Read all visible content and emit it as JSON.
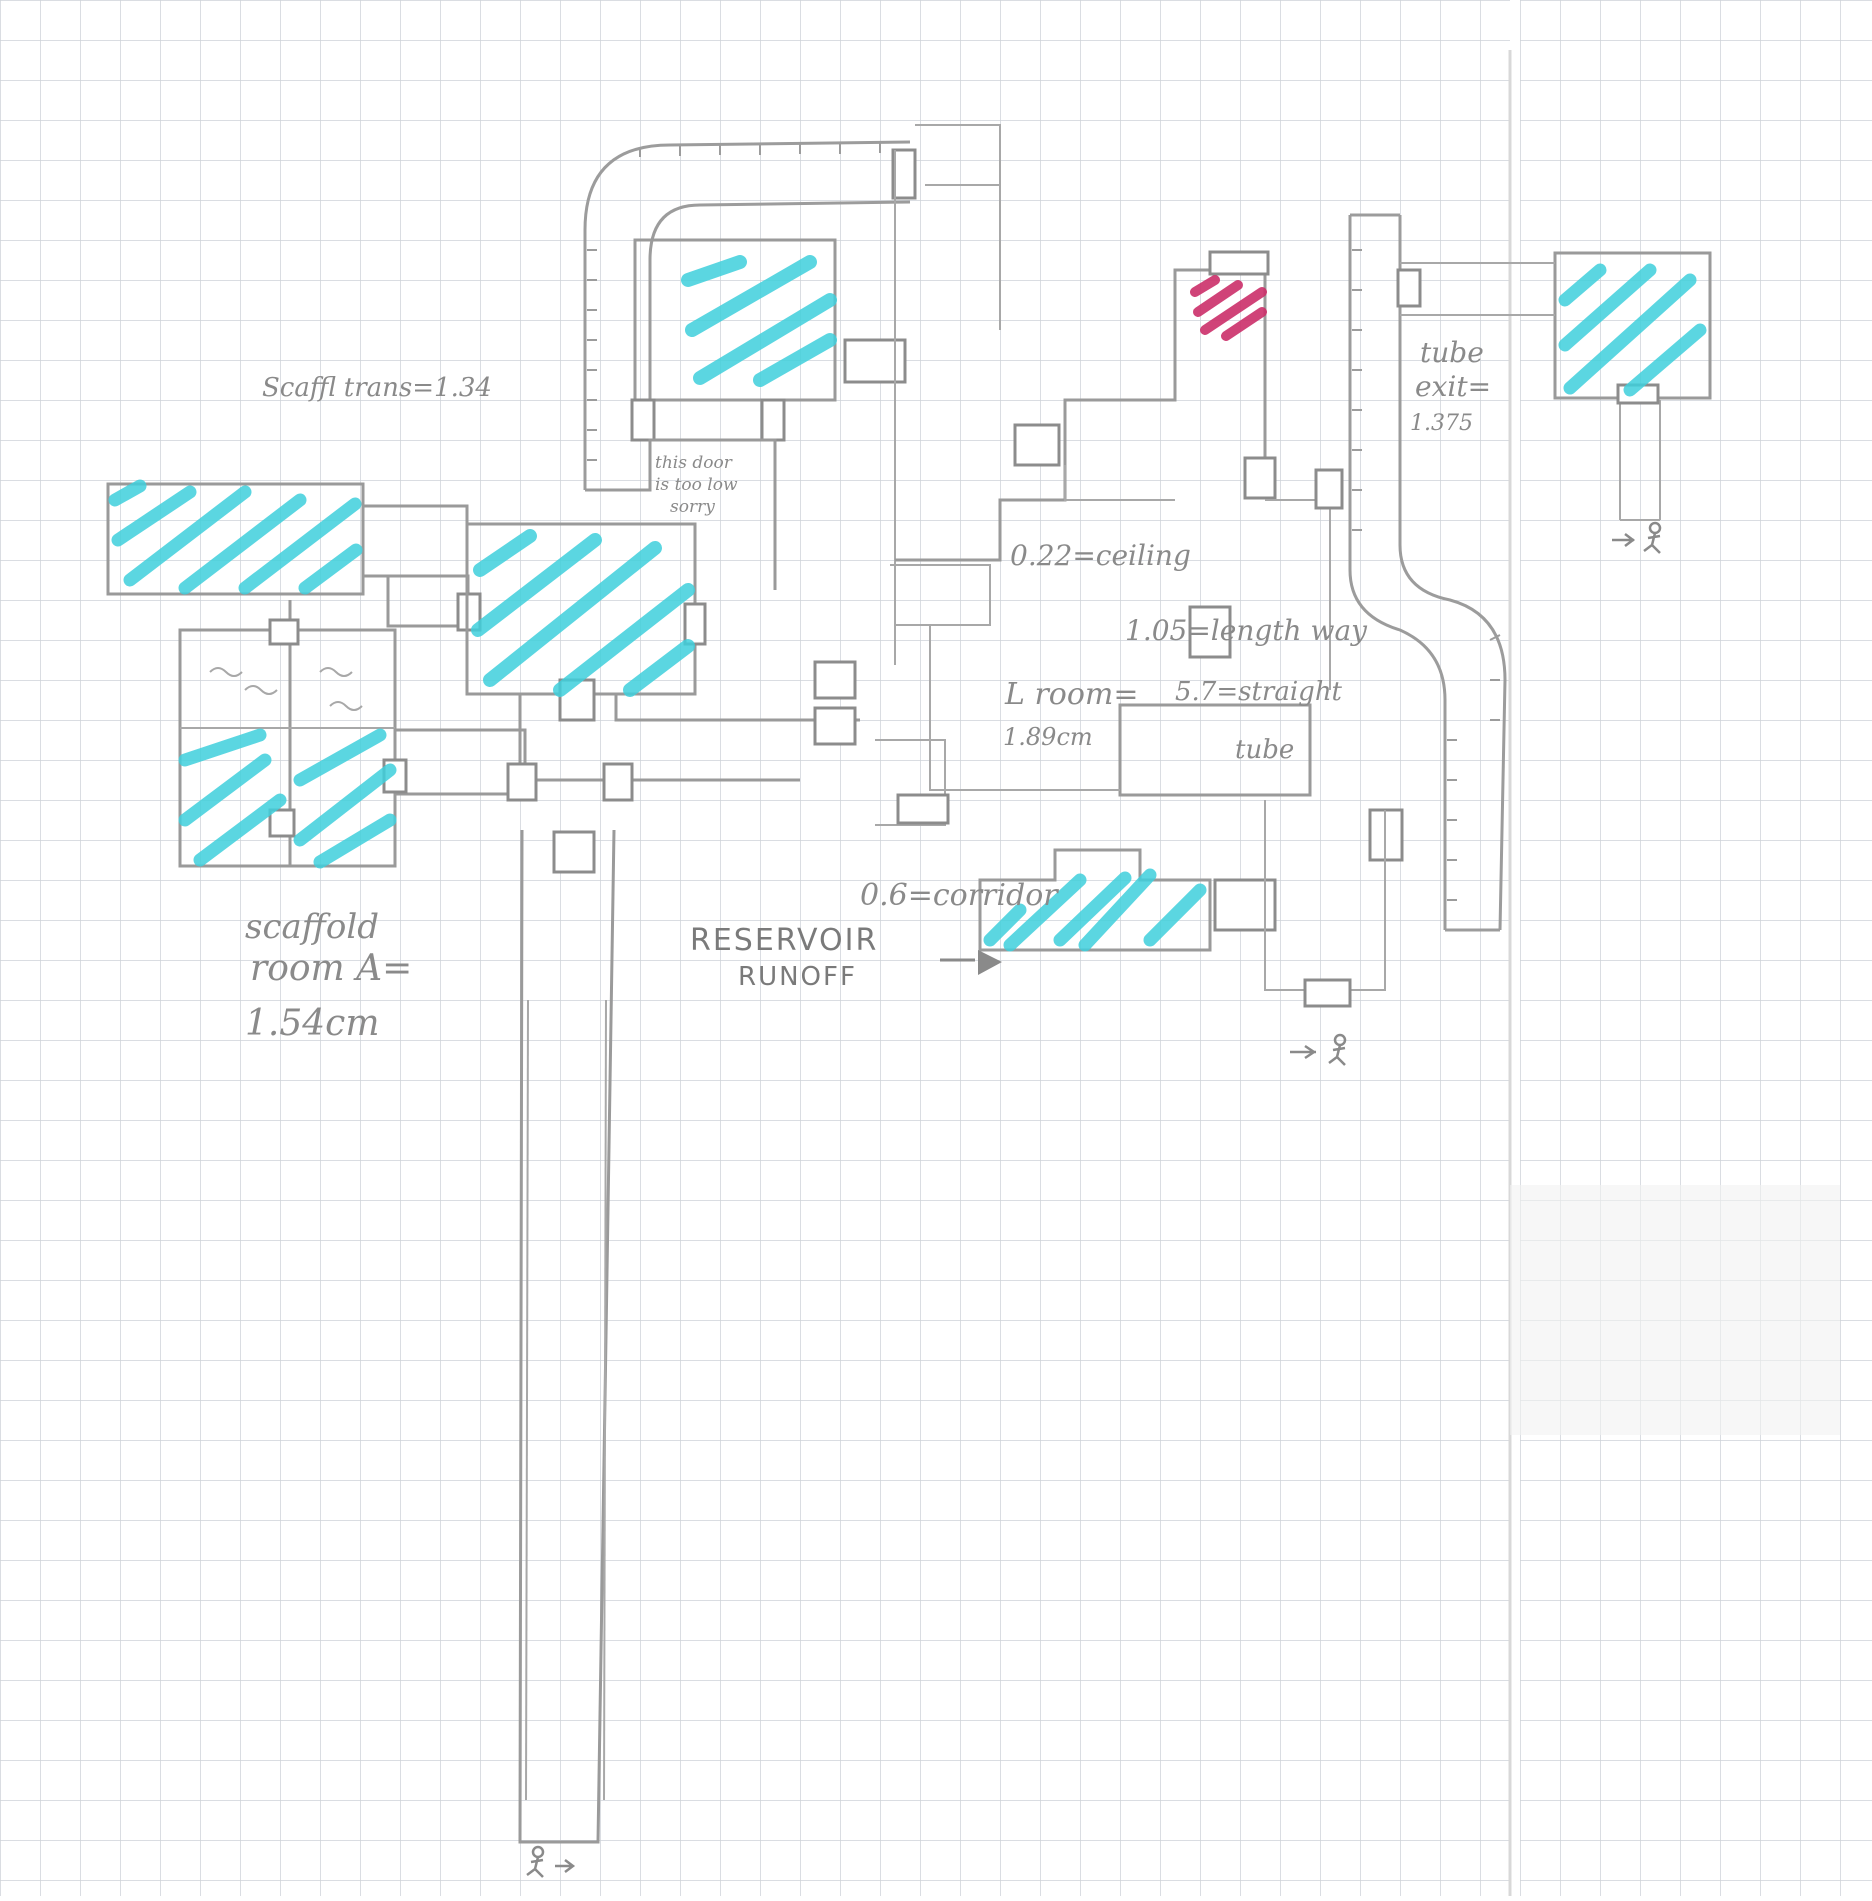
{
  "colors": {
    "paper": "#ffffff",
    "grid": "#c9ced4",
    "pencil": "#9a9a9a",
    "water_hatch": "#3fd0dc",
    "hazard_hatch": "#cc2f6a"
  },
  "labels": {
    "scaffold_trans": "Scaffl trans=1.34",
    "door_note": [
      "this door",
      "is too low",
      "sorry"
    ],
    "ceiling_note": "0.22=ceiling",
    "length_note": "1.05=length way",
    "straight_tube_note": [
      "5.7=straight",
      "tube"
    ],
    "l_room": [
      "L room=",
      "1.89cm"
    ],
    "tube_exit": [
      "tube",
      "exit=",
      "1.375"
    ],
    "reservoir_runoff": [
      "RESERVOIR",
      "RUNOFF"
    ],
    "corridor_note": "0.6=corridor",
    "scaffold_room_a": [
      "scaffold",
      "room A=",
      "1.54cm"
    ]
  },
  "icons": {
    "exit_markers": [
      "running-person-icon",
      "running-person-icon",
      "running-person-icon"
    ],
    "arrow": "arrow-right-icon"
  }
}
